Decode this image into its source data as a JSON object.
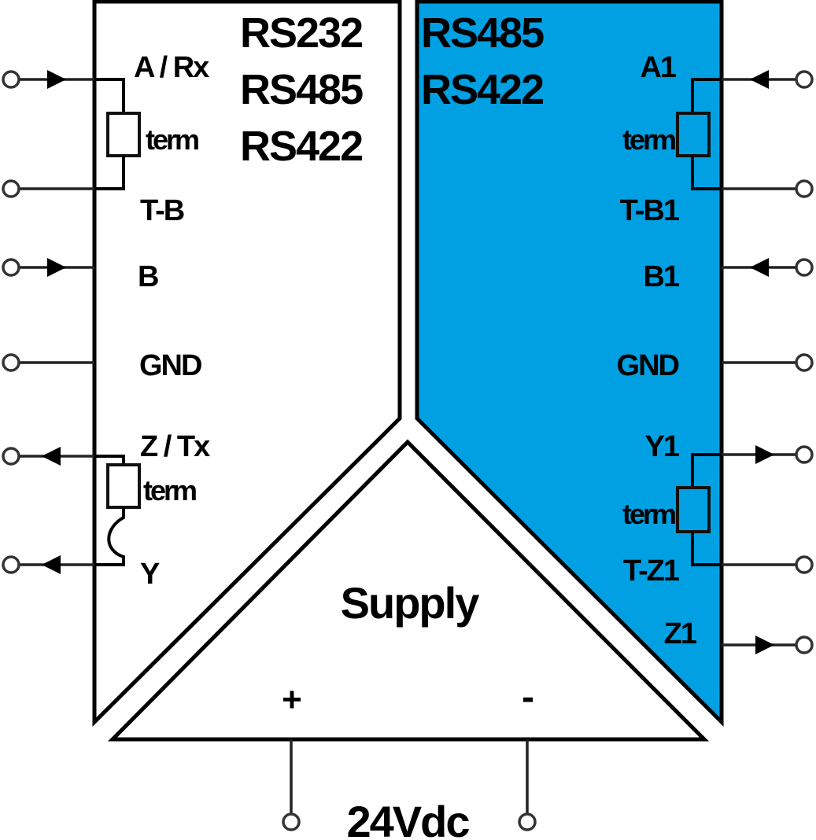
{
  "diagram": {
    "title": "RS232 / RS485 / RS422 to RS485 / RS422 converter wiring",
    "colors": {
      "output_block_fill": "#00A0E3",
      "input_block_fill": "#FFFFFF",
      "line": "#000000"
    },
    "input_block": {
      "protocols": [
        "RS232",
        "RS485",
        "RS422"
      ],
      "pins": {
        "a_rx": "A / Rx",
        "term_1": "term",
        "t_b": "T-B",
        "b": "B",
        "gnd": "GND",
        "z_tx": "Z / Tx",
        "term_2": "term",
        "y": "Y"
      }
    },
    "output_block": {
      "protocols": [
        "RS485",
        "RS422"
      ],
      "pins": {
        "a1": "A1",
        "term_1": "term",
        "t_b1": "T-B1",
        "b1": "B1",
        "gnd": "GND",
        "y1": "Y1",
        "term_2": "term",
        "t_z1": "T-Z1",
        "z1": "Z1"
      }
    },
    "supply": {
      "label": "Supply",
      "plus": "+",
      "minus": "-",
      "voltage": "24Vdc"
    }
  }
}
